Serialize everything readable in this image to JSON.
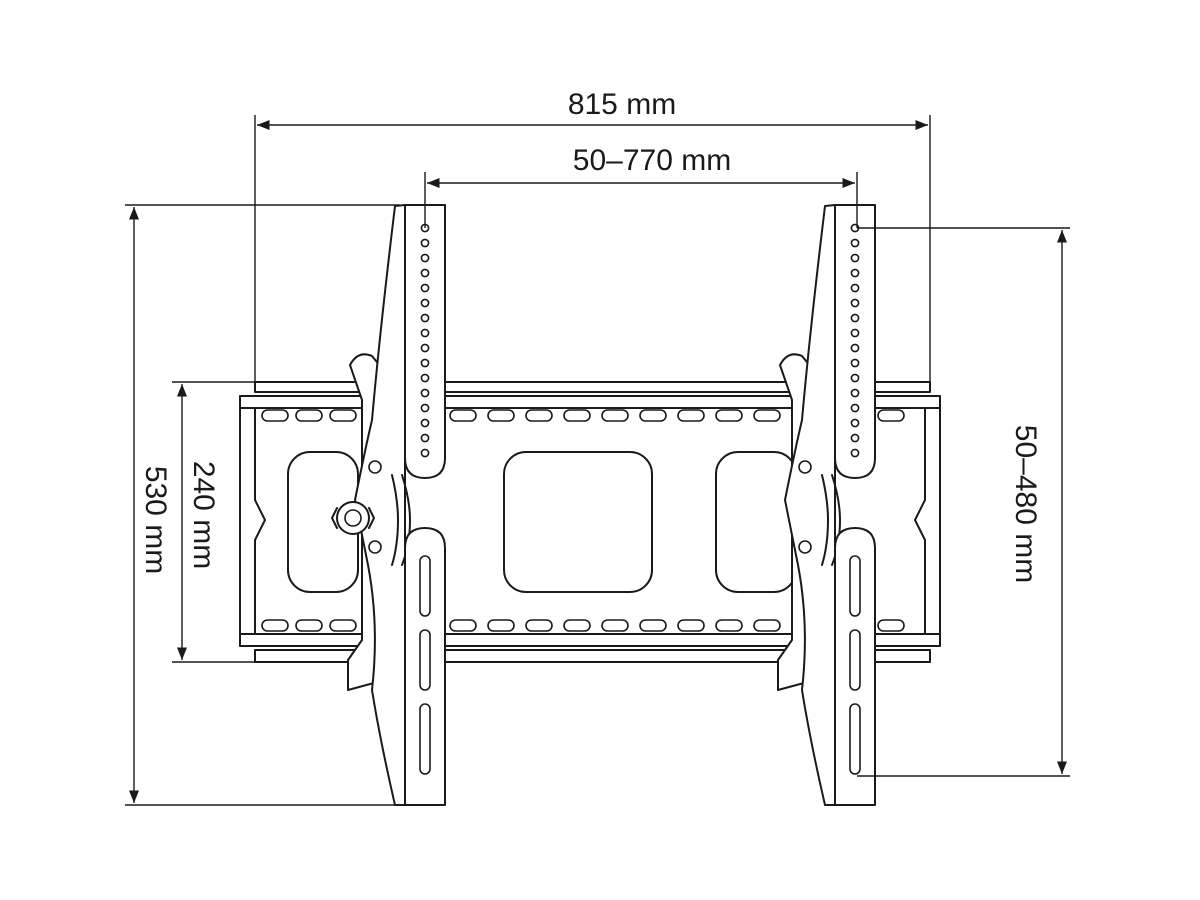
{
  "dimensions": {
    "overall_width": "815 mm",
    "vesa_horizontal": "50–770 mm",
    "overall_height": "530 mm",
    "frame_height": "240 mm",
    "vesa_vertical": "50–480 mm"
  },
  "colors": {
    "line": "#1a1a1a",
    "background": "#ffffff"
  }
}
